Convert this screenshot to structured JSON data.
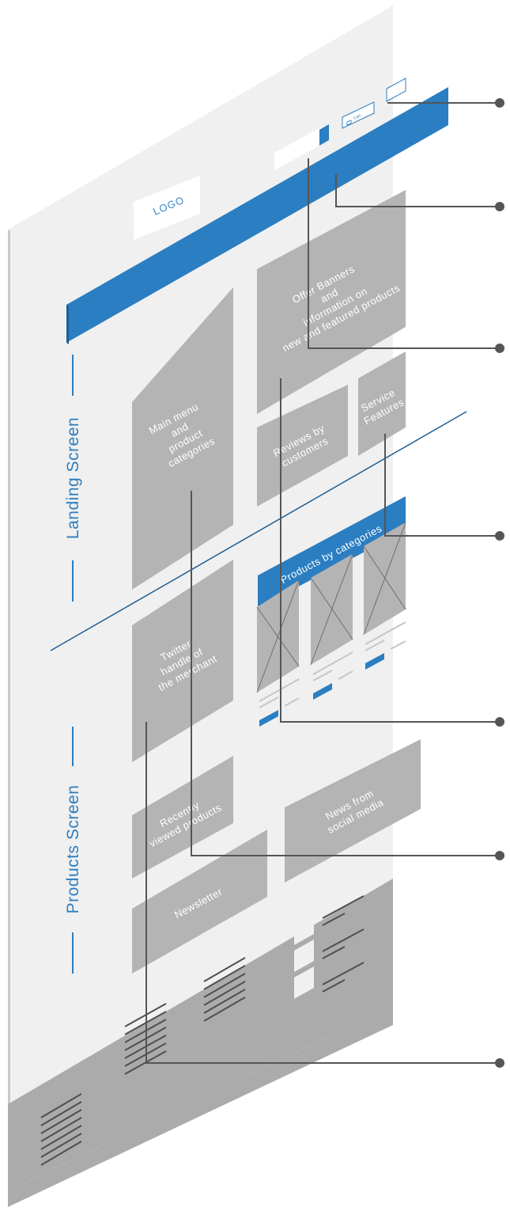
{
  "header": {
    "logo": "LOGO",
    "cart": "Cart"
  },
  "blocks": {
    "offer_banners": [
      "Offer Banners",
      "and",
      "information on",
      "new and featured products"
    ],
    "main_menu": [
      "Main menu",
      "and",
      "product",
      "categories"
    ],
    "reviews": [
      "Reviews by",
      "customers"
    ],
    "service": [
      "Service",
      "Features"
    ],
    "products_by_categories": "Products by categories",
    "twitter": [
      "Twitter",
      "handle of",
      "the merchant"
    ],
    "recently_viewed": [
      "Recently",
      "viewed products"
    ],
    "news": [
      "News from",
      "social media"
    ],
    "newsletter": "Newsletter"
  },
  "sections": {
    "landing": "Landing Screen",
    "products": "Products Screen"
  },
  "colors": {
    "page": "#f0f0f0",
    "accent": "#2b7ec1",
    "block": "#b4b4b4",
    "footer": "#ababab",
    "callout": "#555555"
  }
}
